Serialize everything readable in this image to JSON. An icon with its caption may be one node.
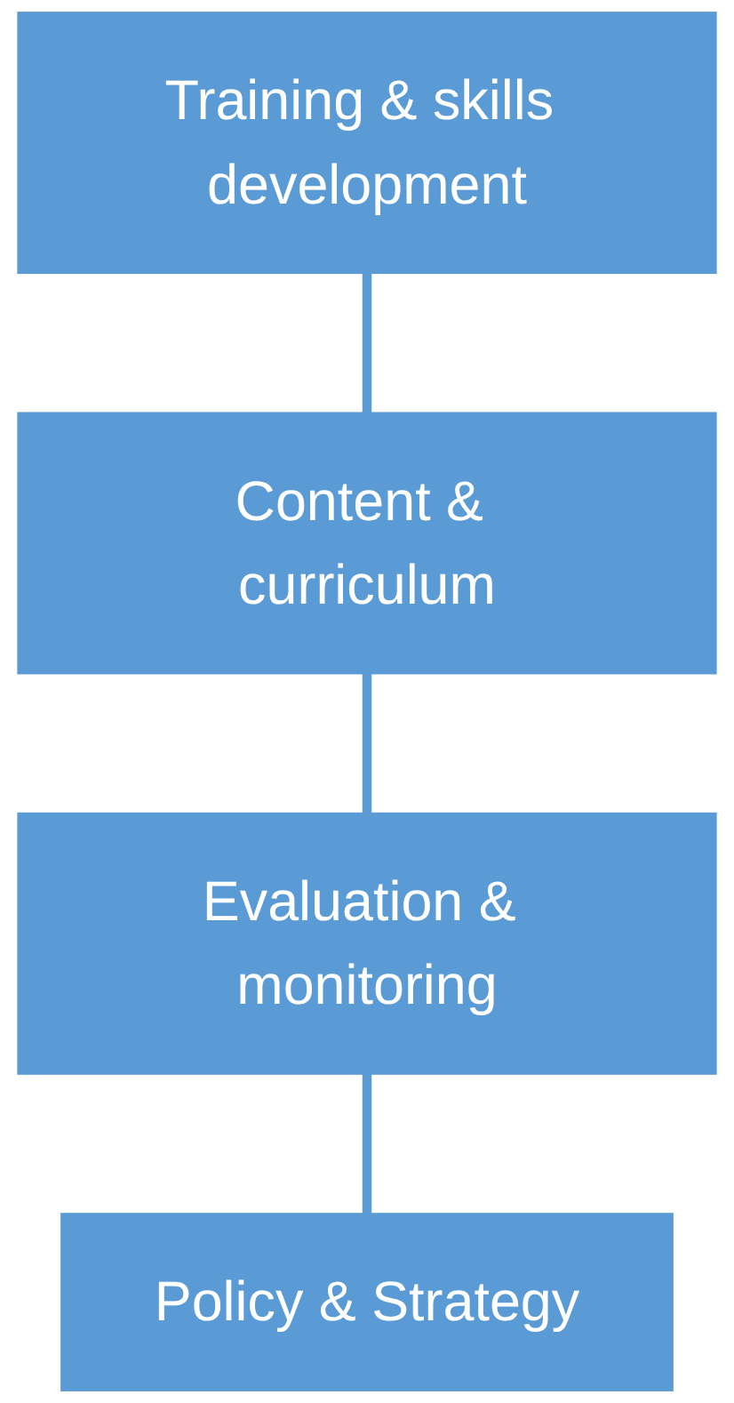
{
  "diagram": {
    "nodes": [
      {
        "text": [
          "Training & skills development"
        ]
      },
      {
        "text": [
          "Content & curriculum"
        ]
      },
      {
        "text": [
          "Evaluation & monitoring"
        ]
      },
      {
        "text": [
          "Policy & Strategy"
        ]
      }
    ],
    "edges": [
      {
        "from": 0,
        "to": 1,
        "arrow": "none"
      },
      {
        "from": 1,
        "to": 2,
        "arrow": "none"
      },
      {
        "from": 2,
        "to": 3,
        "arrow": "none"
      }
    ]
  }
}
